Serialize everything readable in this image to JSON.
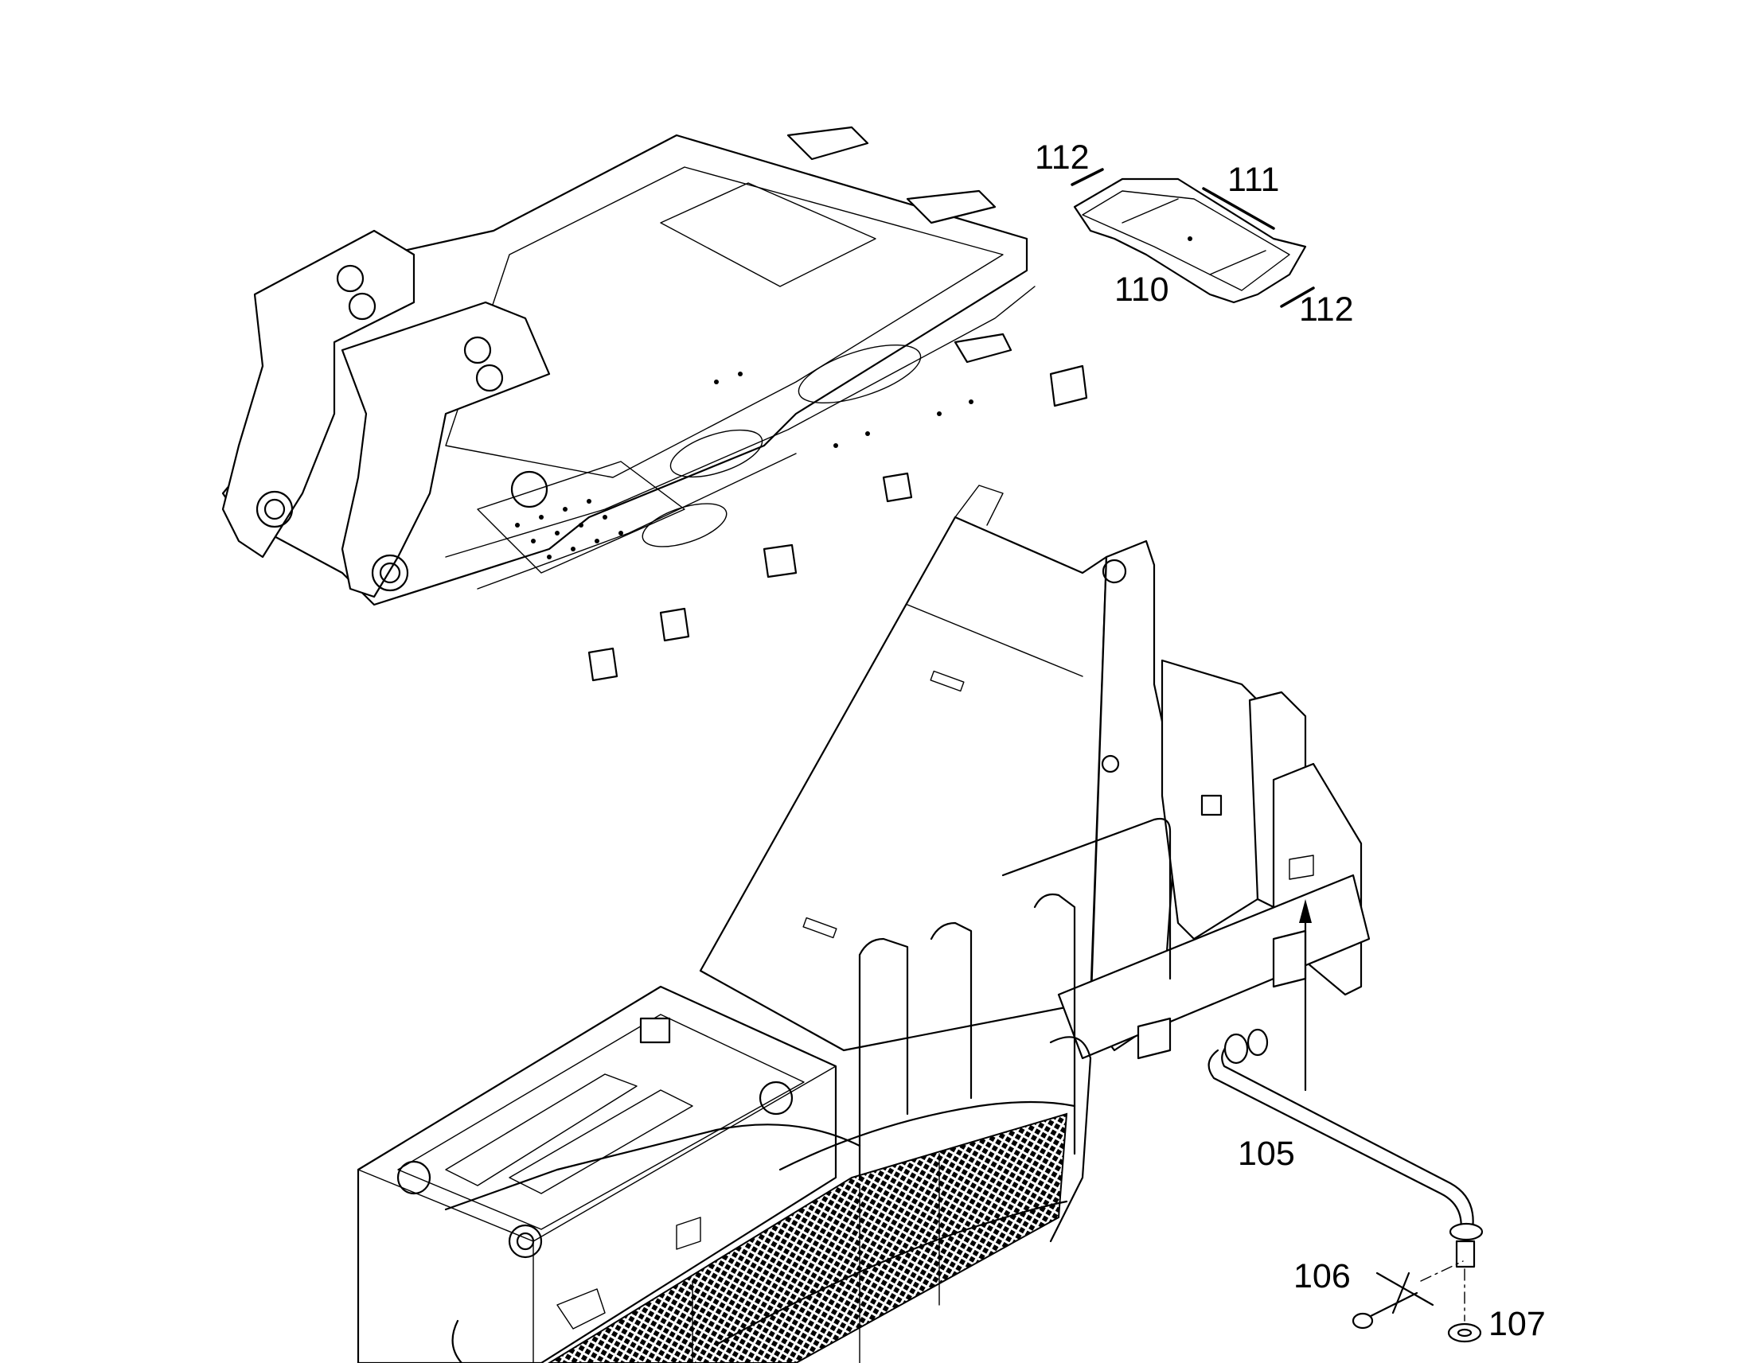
{
  "callouts": {
    "c105": "105",
    "c106": "106",
    "c107": "107",
    "c110": "110",
    "c111": "111",
    "c112a": "112",
    "c112b": "112"
  },
  "colors": {
    "line": "#000000",
    "background": "#ffffff"
  }
}
